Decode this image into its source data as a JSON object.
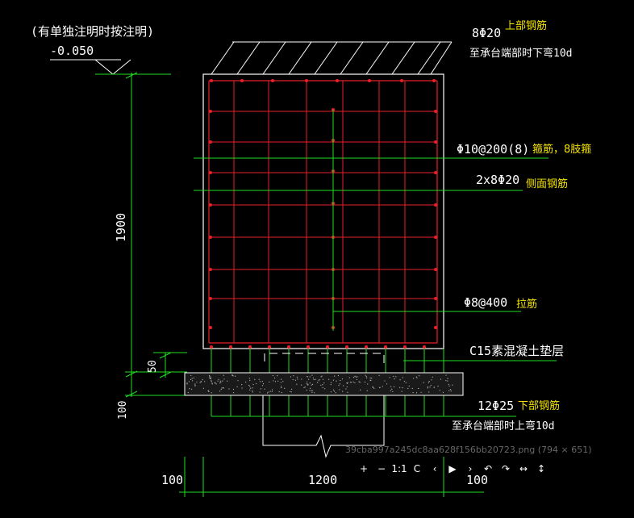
{
  "header_note": "(有单独注明时按注明)",
  "elevation": "-0.050",
  "top_rebar": {
    "spec": "8Φ20",
    "label": "上部钢筋",
    "note": "至承台端部时下弯10d"
  },
  "stirrup": {
    "spec": "Φ10@200(8)",
    "label": "箍筋，8肢箍"
  },
  "side_rebar": {
    "spec": "2x8Φ20",
    "label": "侧面钢筋"
  },
  "tie_bar": {
    "spec": "Φ8@400",
    "label": "拉筋"
  },
  "cushion": {
    "label": "C15素混凝土垫层"
  },
  "bottom_rebar": {
    "spec": "12Φ25",
    "label": "下部钢筋",
    "note": "至承台端部时上弯10d"
  },
  "dims": {
    "height": "1900",
    "cover_50": "50",
    "cover_100": "100",
    "left_100": "100",
    "width": "1200",
    "right_100": "100"
  },
  "viewer": {
    "caption": "39cba997a245dc8aa628f156bb20723.png (794 × 651)",
    "buttons": [
      {
        "name": "zoom-in-button",
        "icon": "+"
      },
      {
        "name": "zoom-out-button",
        "icon": "−"
      },
      {
        "name": "actual-size-button",
        "icon": "1:1"
      },
      {
        "name": "fit-button",
        "icon": "C"
      },
      {
        "name": "prev-button",
        "icon": "‹"
      },
      {
        "name": "play-button",
        "icon": "▶"
      },
      {
        "name": "next-button",
        "icon": "›"
      },
      {
        "name": "rotate-left-button",
        "icon": "↶"
      },
      {
        "name": "rotate-right-button",
        "icon": "↷"
      },
      {
        "name": "flip-horizontal-button",
        "icon": "↔"
      },
      {
        "name": "flip-vertical-button",
        "icon": "↕"
      }
    ]
  },
  "colors": {
    "rebar": "#e8202a",
    "dim": "#22dd22",
    "outline": "#ffffff",
    "label": "#f4e300"
  }
}
